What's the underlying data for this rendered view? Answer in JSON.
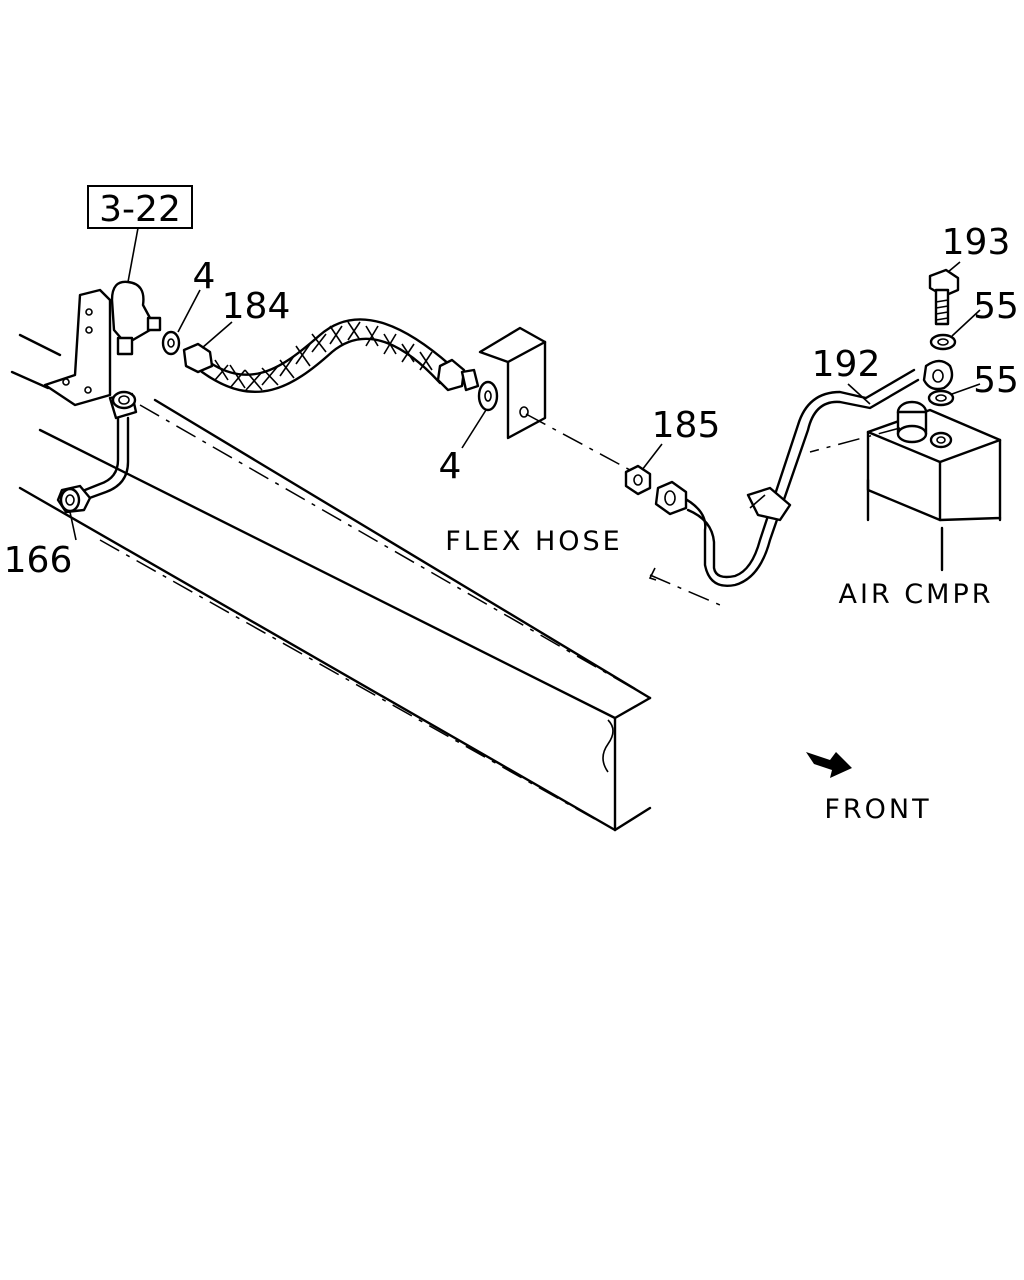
{
  "callouts": {
    "ref_box": "3-22",
    "p4_upper": "4",
    "p184": "184",
    "p4_lower": "4",
    "p166": "166",
    "p185": "185",
    "p192": "192",
    "p193": "193",
    "p55_upper": "55",
    "p55_lower": "55"
  },
  "notes": {
    "flex_hose": "FLEX HOSE",
    "air_cmpr": "AIR CMPR",
    "front": "FRONT"
  }
}
